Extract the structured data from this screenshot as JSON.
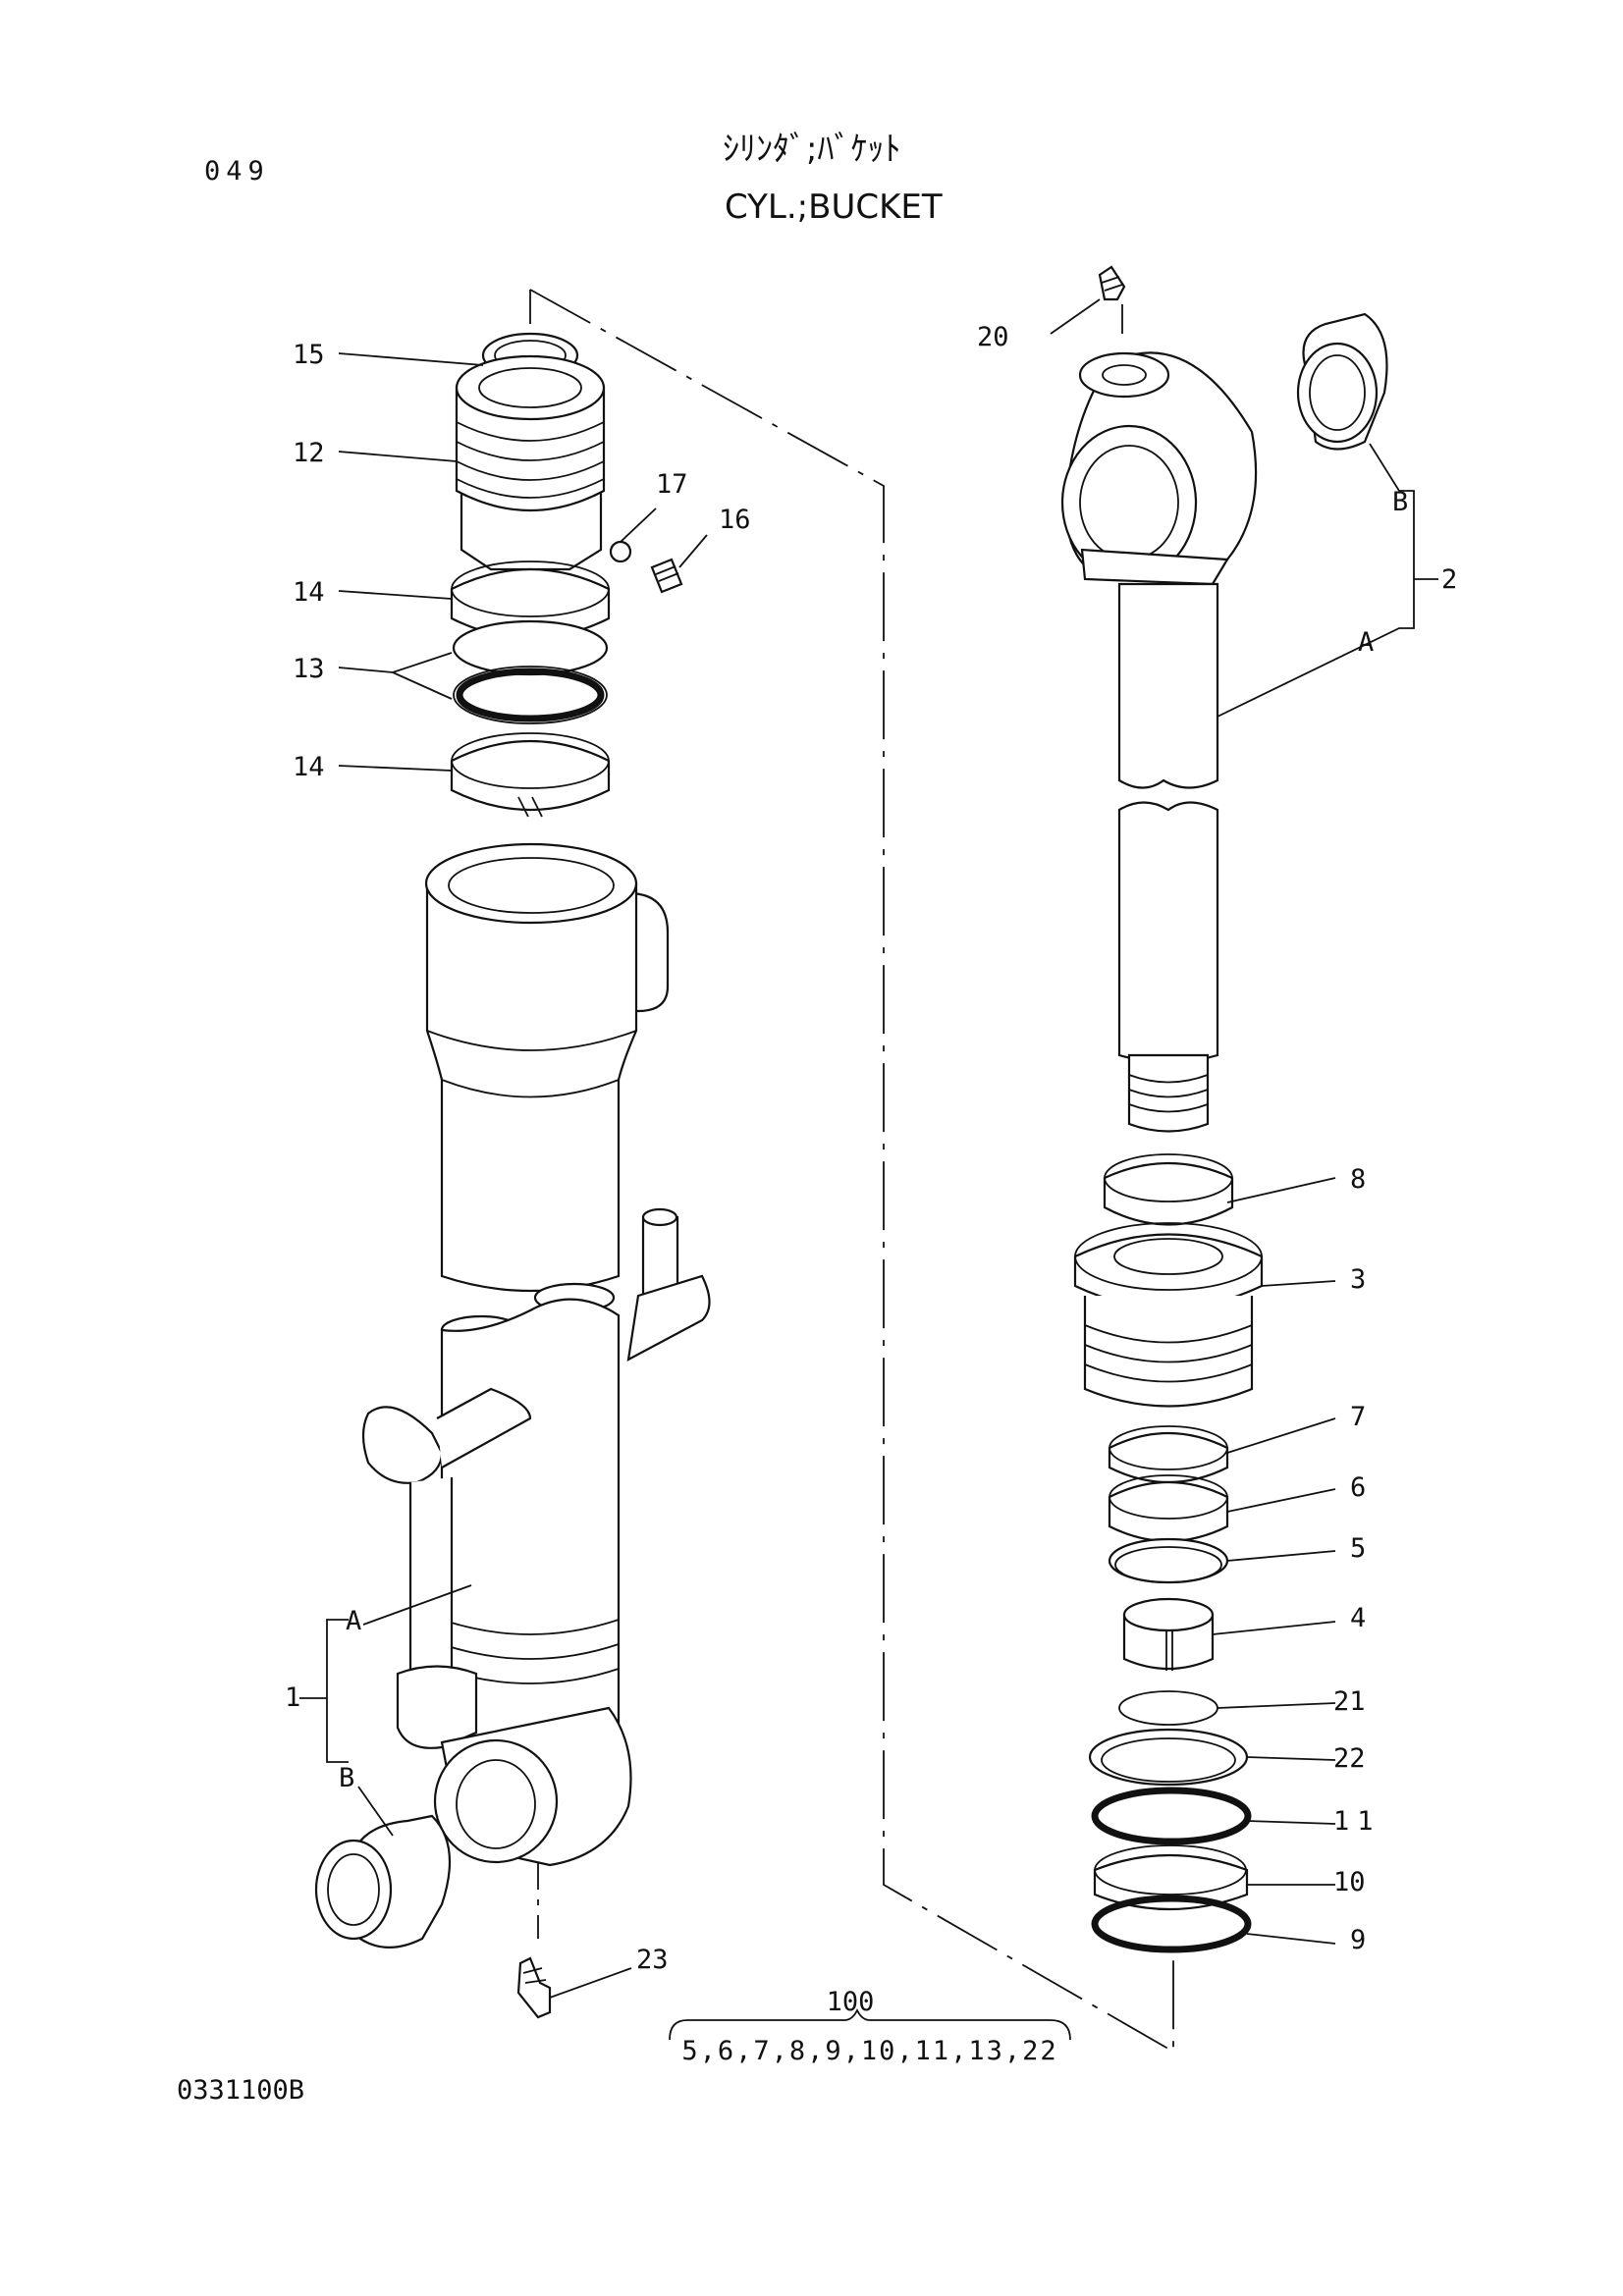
{
  "page_number": "049",
  "title_jp": "ｼﾘﾝﾀﾞ;ﾊﾞｹｯﾄ",
  "title_en": "CYL.;BUCKET",
  "drawing_number": "0331100B",
  "kit": {
    "number": "100",
    "contents": "5,6,7,8,9,10,11,13,22"
  },
  "callouts": {
    "p1": "1",
    "p1a": "A",
    "p1b": "B",
    "p2": "2",
    "p2a": "A",
    "p2b": "B",
    "p3": "3",
    "p4": "4",
    "p5": "5",
    "p6": "6",
    "p7": "7",
    "p8": "8",
    "p9": "9",
    "p10": "10",
    "p11": "11",
    "p12": "12",
    "p13": "13",
    "p14a": "14",
    "p14b": "14",
    "p15": "15",
    "p16": "16",
    "p17": "17",
    "p20": "20",
    "p21": "21",
    "p22": "22",
    "p23": "23"
  }
}
